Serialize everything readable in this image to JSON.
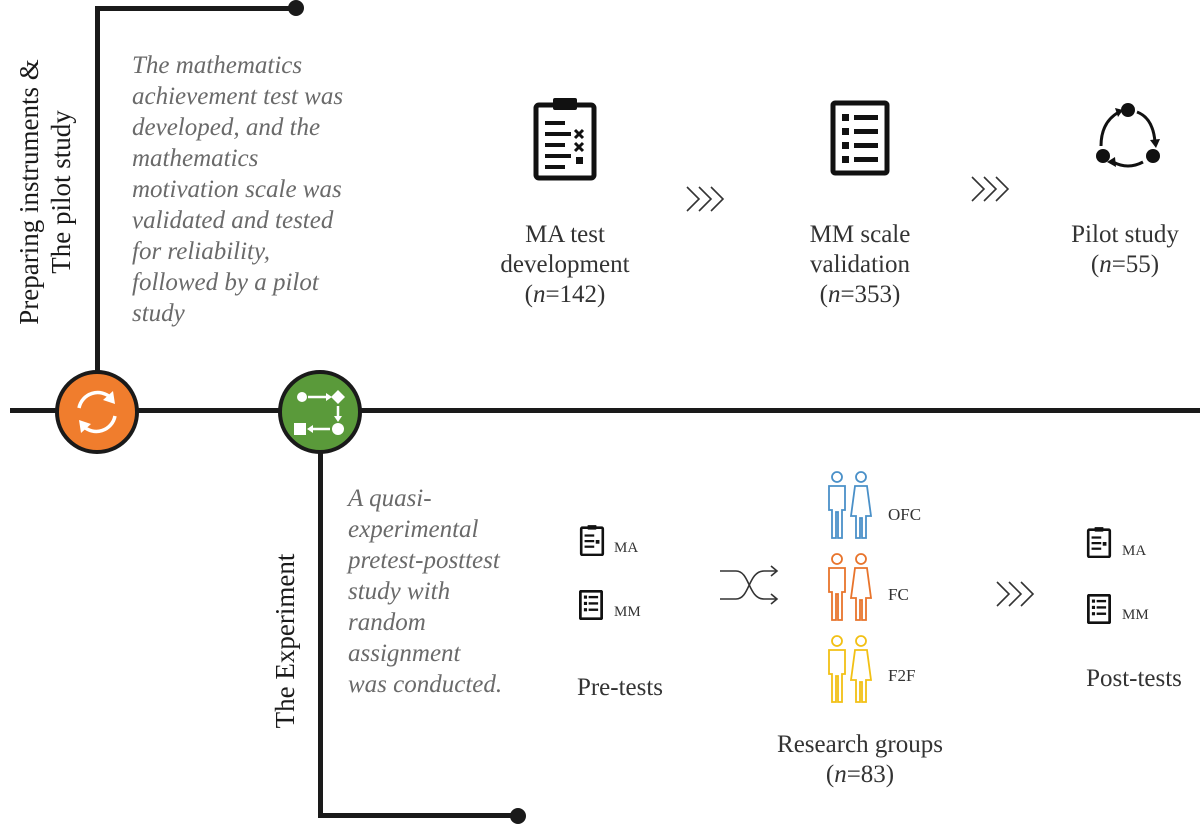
{
  "phase1": {
    "label_line1": "Preparing instruments &",
    "label_line2": "The pilot study",
    "description_lines": [
      "The mathematics",
      "achievement test was",
      "developed, and the",
      "mathematics",
      "motivation scale was",
      "validated and tested",
      "for reliability,",
      "followed by a pilot",
      "study"
    ],
    "steps": [
      {
        "line1": "MA test",
        "line2": "development",
        "n_label": "n",
        "n_value": "=142",
        "icon": "clipboard-icon"
      },
      {
        "line1": "MM scale",
        "line2": "validation",
        "n_label": "n",
        "n_value": "=353",
        "icon": "list-icon"
      },
      {
        "line1": "Pilot study",
        "line2": "",
        "n_label": "n",
        "n_value": "=55",
        "icon": "cycle-icon"
      }
    ]
  },
  "phase2": {
    "label": "The Experiment",
    "description_lines": [
      "A quasi-",
      "experimental",
      "pretest-posttest",
      "study with",
      "random",
      "assignment",
      "was conducted."
    ],
    "pretests": {
      "title": "Pre-tests",
      "items": [
        "MA",
        "MM"
      ]
    },
    "groups": {
      "title": "Research groups",
      "n_label": "n",
      "n_value": "=83",
      "items": [
        {
          "name": "OFC",
          "color": "#4a90c8"
        },
        {
          "name": "FC",
          "color": "#e8742c"
        },
        {
          "name": "F2F",
          "color": "#f2c014"
        }
      ]
    },
    "posttests": {
      "title": "Post-tests",
      "items": [
        "MA",
        "MM"
      ]
    }
  },
  "colors": {
    "phase1_node": "#f07d2d",
    "phase2_node": "#5a9a3a",
    "line": "#1a1a1a",
    "description": "#6a6a6a"
  }
}
